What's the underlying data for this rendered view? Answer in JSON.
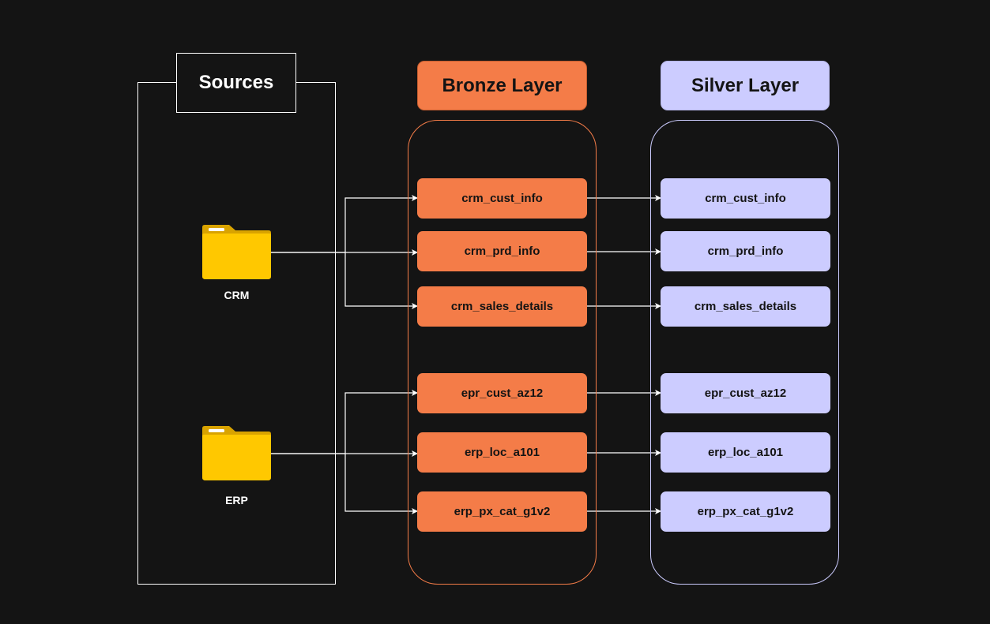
{
  "sources": {
    "title": "Sources",
    "systems": [
      {
        "label": "CRM",
        "icon": "folder-icon"
      },
      {
        "label": "ERP",
        "icon": "folder-icon"
      }
    ]
  },
  "bronze": {
    "title": "Bronze Layer",
    "color": "#f47c48",
    "tables": [
      "crm_cust_info",
      "crm_prd_info",
      "crm_sales_details",
      "epr_cust_az12",
      "erp_loc_a101",
      "erp_px_cat_g1v2"
    ]
  },
  "silver": {
    "title": "Silver Layer",
    "color": "#ccccff",
    "tables": [
      "crm_cust_info",
      "crm_prd_info",
      "crm_sales_details",
      "epr_cust_az12",
      "erp_loc_a101",
      "erp_px_cat_g1v2"
    ]
  },
  "colors": {
    "background": "#141414",
    "folder": "#ffc800",
    "connector": "#ffffff"
  }
}
